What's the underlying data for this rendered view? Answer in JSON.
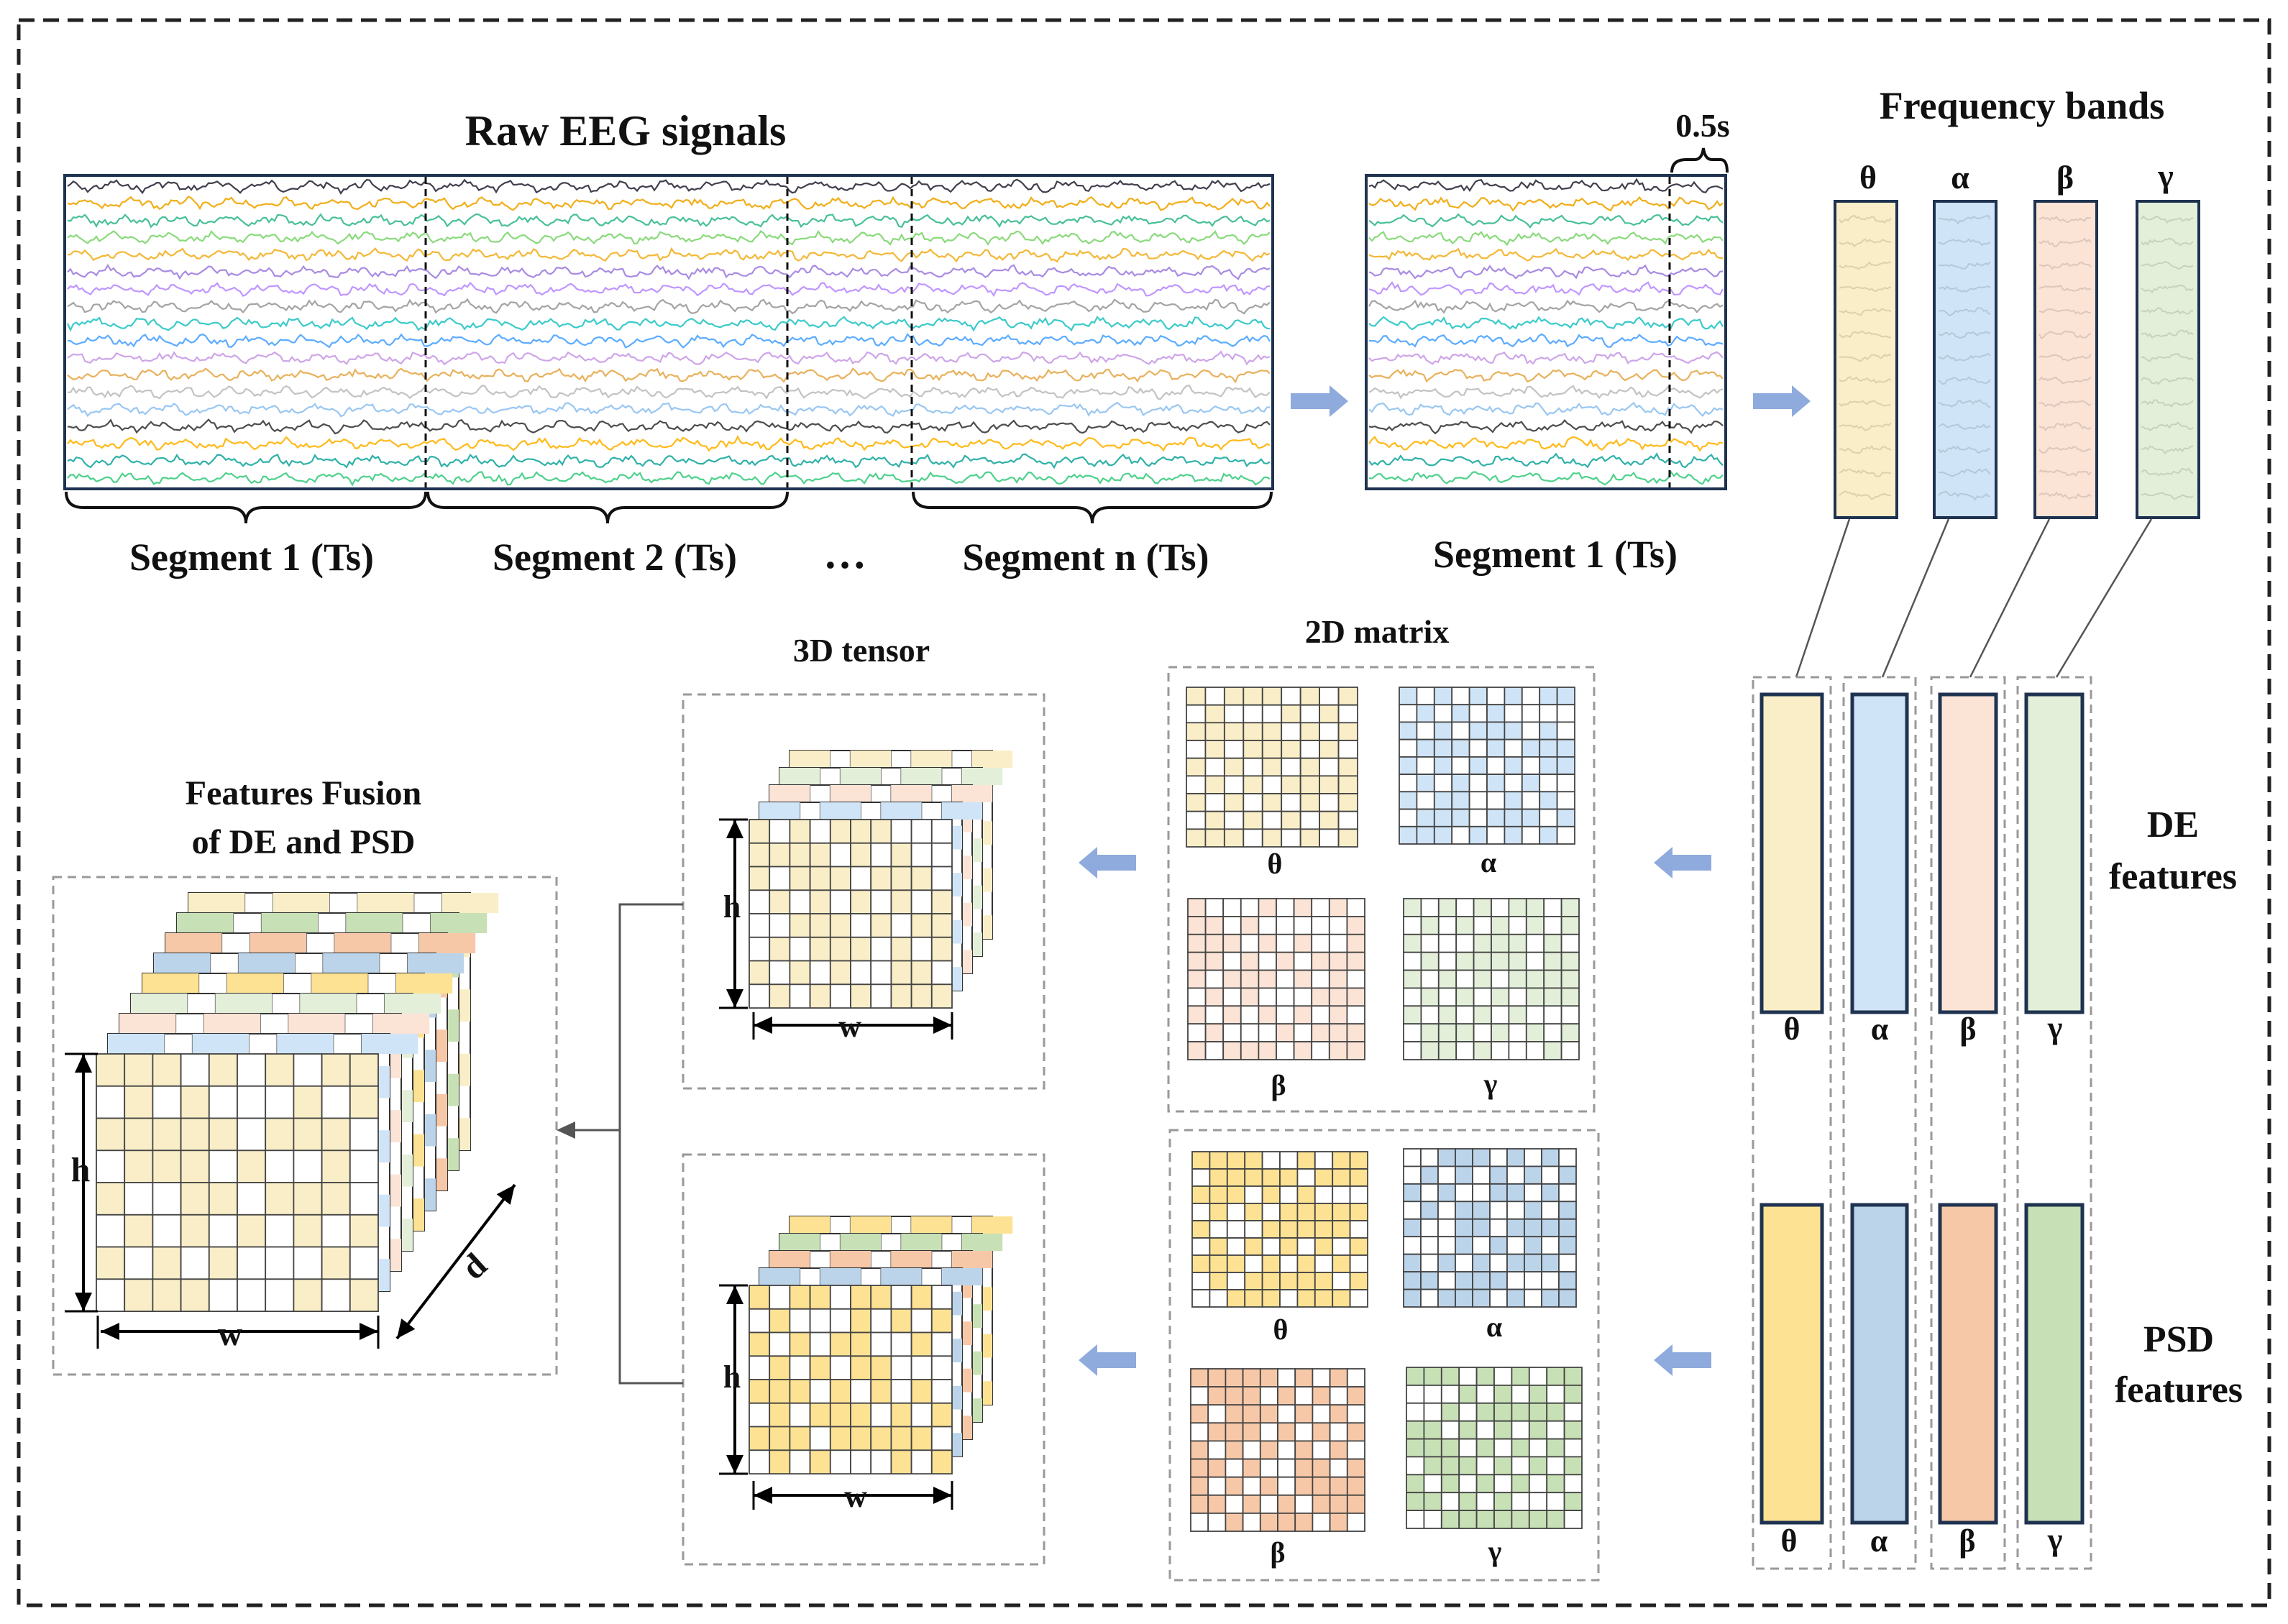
{
  "raw": {
    "title": "Raw EEG signals",
    "seg1": "Segment 1 (Ts)",
    "seg2": "Segment 2 (Ts)",
    "ellipsis": "…",
    "segn": "Segment n (Ts)"
  },
  "single": {
    "window": "0.5s",
    "seg": "Segment 1 (Ts)"
  },
  "bands": {
    "title": "Frequency bands",
    "theta": "θ",
    "alpha": "α",
    "beta": "β",
    "gamma": "γ"
  },
  "de": {
    "line1": "DE",
    "line2": "features"
  },
  "psd": {
    "line1": "PSD",
    "line2": "features"
  },
  "matrix": {
    "title": "2D matrix"
  },
  "tensor": {
    "title": "3D tensor"
  },
  "dims": {
    "h": "h",
    "w": "w",
    "d": "d"
  },
  "fusion": {
    "line1": "Features Fusion",
    "line2": "of DE and PSD"
  },
  "colors": {
    "theta_light": "#f9eec7",
    "alpha_light": "#cfe4f6",
    "beta_light": "#fbe3d6",
    "gamma_light": "#e3efd9",
    "theta_dark": "#fde293",
    "alpha_dark": "#bcd4ea",
    "beta_dark": "#f7c8a8",
    "gamma_dark": "#c7e0b5",
    "border_dark": "#1f3350",
    "arrow": "#8faadc"
  }
}
